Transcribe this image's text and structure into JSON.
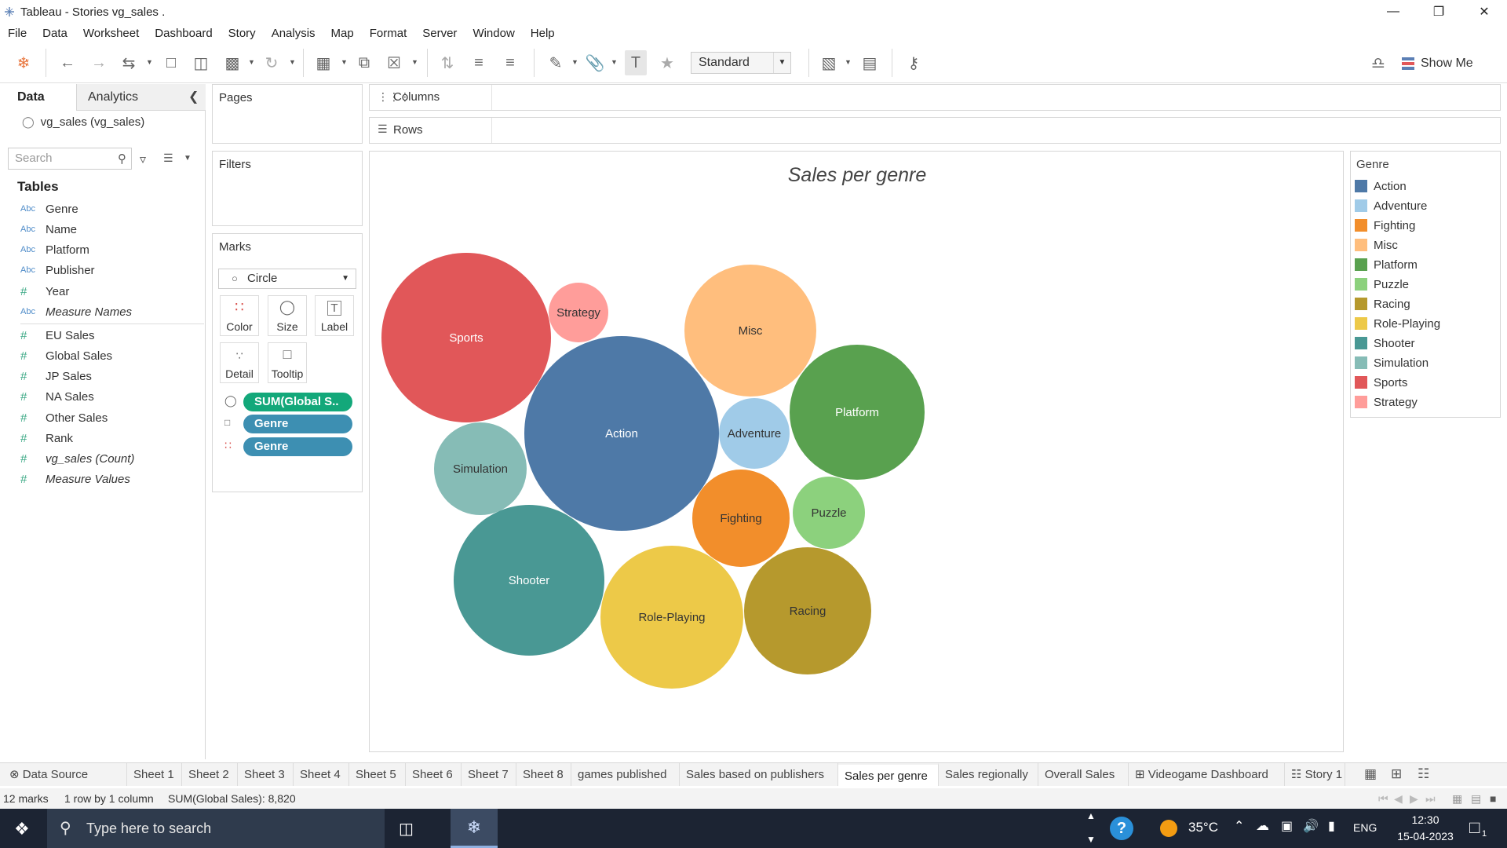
{
  "window": {
    "title": "Tableau - Stories vg_sales ."
  },
  "menu": [
    "File",
    "Data",
    "Worksheet",
    "Dashboard",
    "Story",
    "Analysis",
    "Map",
    "Format",
    "Server",
    "Window",
    "Help"
  ],
  "toolbar": {
    "fit_value": "Standard",
    "show_me_label": "Show Me"
  },
  "data_pane": {
    "tabs": [
      "Data",
      "Analytics"
    ],
    "datasource": "vg_sales (vg_sales)",
    "search_placeholder": "Search",
    "tables_heading": "Tables",
    "dimensions": [
      {
        "type": "Abc",
        "name": "Genre"
      },
      {
        "type": "Abc",
        "name": "Name"
      },
      {
        "type": "Abc",
        "name": "Platform"
      },
      {
        "type": "Abc",
        "name": "Publisher"
      },
      {
        "type": "#",
        "name": "Year"
      },
      {
        "type": "Abc",
        "name": "Measure Names"
      }
    ],
    "measures": [
      {
        "type": "#",
        "name": "EU Sales"
      },
      {
        "type": "#",
        "name": "Global Sales"
      },
      {
        "type": "#",
        "name": "JP Sales"
      },
      {
        "type": "#",
        "name": "NA Sales"
      },
      {
        "type": "#",
        "name": "Other Sales"
      },
      {
        "type": "#",
        "name": "Rank"
      },
      {
        "type": "#",
        "name": "vg_sales (Count)"
      },
      {
        "type": "#",
        "name": "Measure Values"
      }
    ]
  },
  "cards": {
    "pages": "Pages",
    "filters": "Filters",
    "marks": "Marks",
    "mark_type": "Circle",
    "mark_buttons": [
      "Color",
      "Size",
      "Label",
      "Detail",
      "Tooltip"
    ],
    "pills": [
      {
        "label": "SUM(Global S..",
        "color": "#13a87a"
      },
      {
        "label": "Genre",
        "color": "#3d8fb2"
      },
      {
        "label": "Genre",
        "color": "#3d8fb2"
      }
    ]
  },
  "shelves": {
    "columns": "Columns",
    "rows": "Rows"
  },
  "chart_data": {
    "type": "bubble",
    "title": "Sales per genre",
    "size_measure": "SUM(Global Sales)",
    "series": [
      {
        "name": "Action",
        "color": "#4e79a7"
      },
      {
        "name": "Sports",
        "color": "#e15759"
      },
      {
        "name": "Shooter",
        "color": "#499894"
      },
      {
        "name": "Role-Playing",
        "color": "#edc948"
      },
      {
        "name": "Platform",
        "color": "#59a14f"
      },
      {
        "name": "Misc",
        "color": "#ffbe7d"
      },
      {
        "name": "Racing",
        "color": "#b6992d"
      },
      {
        "name": "Fighting",
        "color": "#f28e2b"
      },
      {
        "name": "Simulation",
        "color": "#86bcb6"
      },
      {
        "name": "Puzzle",
        "color": "#8cd17d"
      },
      {
        "name": "Adventure",
        "color": "#a0cbe8"
      },
      {
        "name": "Strategy",
        "color": "#ff9d9a"
      }
    ]
  },
  "legend": {
    "title": "Genre",
    "items": [
      {
        "label": "Action",
        "color": "#4e79a7"
      },
      {
        "label": "Adventure",
        "color": "#a0cbe8"
      },
      {
        "label": "Fighting",
        "color": "#f28e2b"
      },
      {
        "label": "Misc",
        "color": "#ffbe7d"
      },
      {
        "label": "Platform",
        "color": "#59a14f"
      },
      {
        "label": "Puzzle",
        "color": "#8cd17d"
      },
      {
        "label": "Racing",
        "color": "#b6992d"
      },
      {
        "label": "Role-Playing",
        "color": "#edc948"
      },
      {
        "label": "Shooter",
        "color": "#499894"
      },
      {
        "label": "Simulation",
        "color": "#86bcb6"
      },
      {
        "label": "Sports",
        "color": "#e15759"
      },
      {
        "label": "Strategy",
        "color": "#ff9d9a"
      }
    ]
  },
  "sheet_tabs": [
    "Data Source",
    "Sheet 1",
    "Sheet 2",
    "Sheet 3",
    "Sheet 4",
    "Sheet 5",
    "Sheet 6",
    "Sheet 7",
    "Sheet 8",
    "games published",
    "Sales based on publishers",
    "Sales per genre",
    "Sales regionally",
    "Overall Sales",
    "Videogame Dashboard",
    "Story 1"
  ],
  "active_sheet": "Sales per genre",
  "status": {
    "marks": "12 marks",
    "dims": "1 row by 1 column",
    "sum": "SUM(Global Sales): 8,820"
  },
  "taskbar": {
    "search_placeholder": "Type here to search",
    "temperature": "35°C",
    "language": "ENG",
    "time": "12:30",
    "date": "15-04-2023",
    "notification_count": "1"
  }
}
